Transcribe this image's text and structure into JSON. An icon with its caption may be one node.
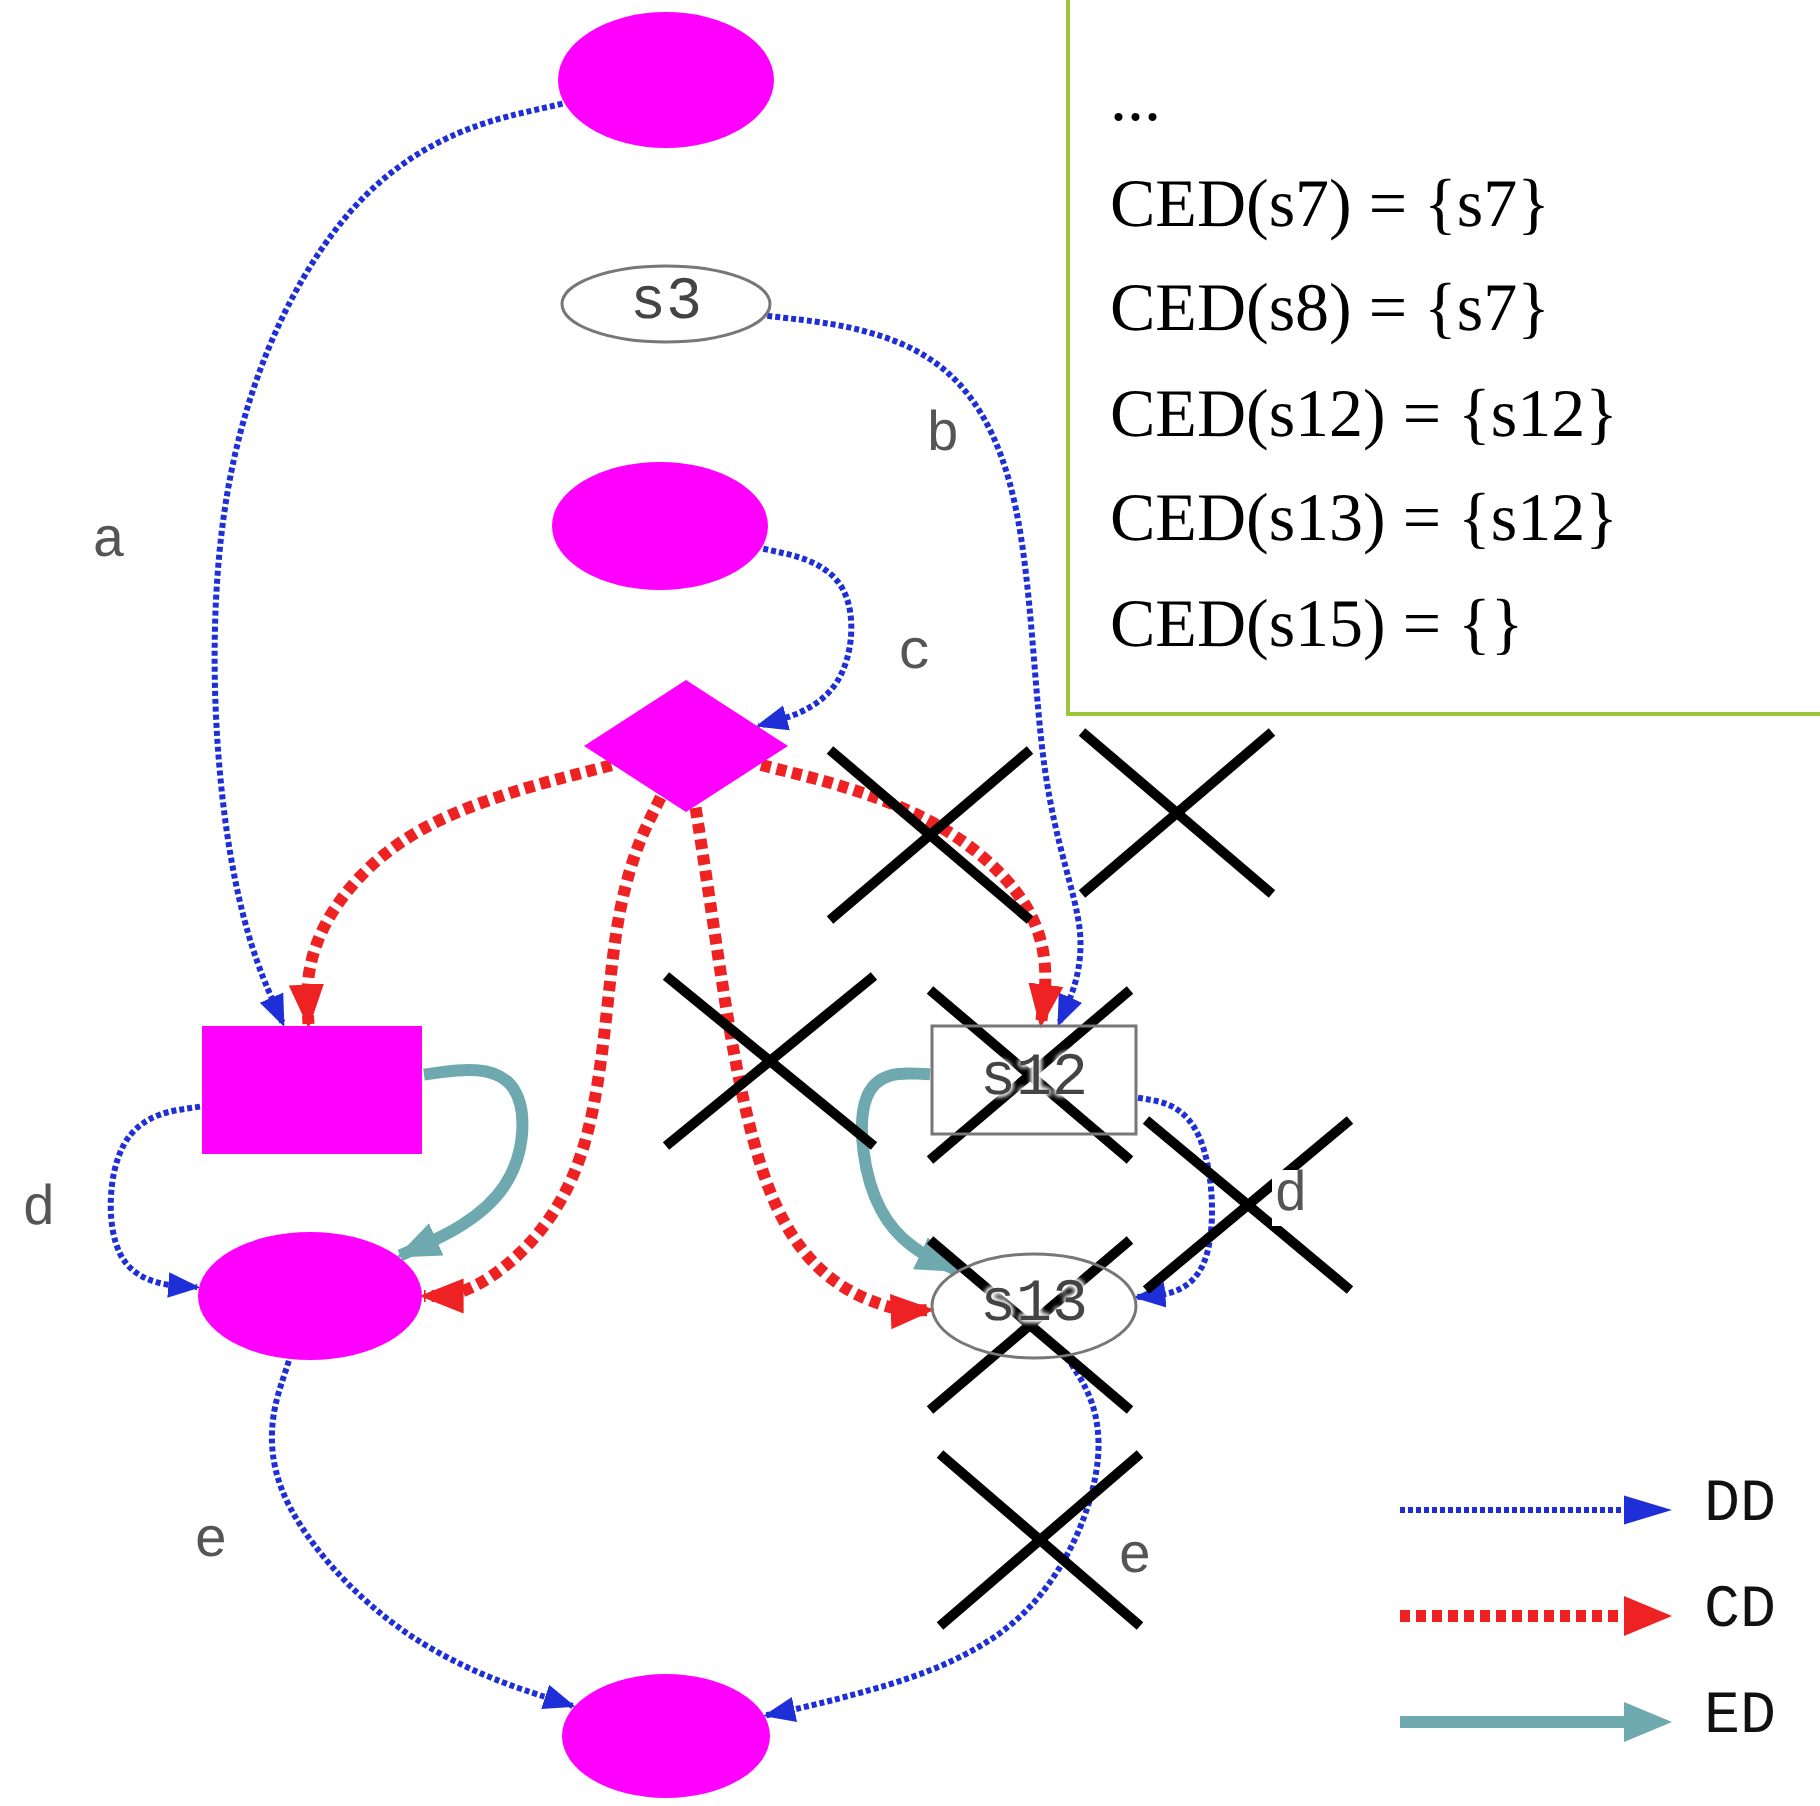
{
  "diagram": {
    "nodes": [
      {
        "text": [],
        "shape": "ellipse"
      },
      {
        "text": [
          "s3"
        ]
      },
      {
        "text": [],
        "shape": "ellipse"
      },
      {
        "text": [],
        "shape": "diamond"
      },
      {
        "text": [],
        "shape": "box"
      },
      {
        "text": [
          "s12"
        ]
      },
      {
        "text": [],
        "shape": "ellipse"
      },
      {
        "text": [
          "s13"
        ]
      },
      {
        "text": [],
        "shape": "ellipse"
      },
      {
        "text": [
          "...",
          "CED(s7) = {s7}",
          "CED(s8) = {s7}",
          "CED(s12) = {s12}",
          "CED(s13) = {s12}",
          "CED(s15) = {}"
        ]
      }
    ],
    "edges": [
      {
        "from": 0,
        "to": 4,
        "arrow": "to",
        "label": "a",
        "style": "dashed"
      },
      {
        "from": 1,
        "to": 5,
        "arrow": "to",
        "label": "b",
        "style": "dashed"
      },
      {
        "from": 2,
        "to": 3,
        "arrow": "to",
        "label": "c",
        "style": "dashed"
      },
      {
        "from": 3,
        "to": 4,
        "arrow": "to",
        "style": "dashed",
        "color": "#ee2222"
      },
      {
        "from": 3,
        "to": 6,
        "arrow": "to",
        "style": "dashed",
        "color": "#ee2222"
      },
      {
        "from": 3,
        "to": 7,
        "arrow": "to",
        "style": "dashed",
        "color": "#ee2222"
      },
      {
        "from": 3,
        "to": 5,
        "arrow": "to",
        "style": "dashed",
        "color": "#ee2222"
      },
      {
        "from": 4,
        "to": 6,
        "arrow": "to",
        "style": "thick",
        "color": "#6fa9b0"
      },
      {
        "from": 4,
        "to": 6,
        "arrow": "to",
        "label": "d",
        "style": "dashed"
      },
      {
        "from": 5,
        "to": 7,
        "arrow": "to",
        "style": "thick",
        "color": "#6fa9b0"
      },
      {
        "from": 5,
        "to": 7,
        "arrow": "to",
        "label": "d",
        "style": "dashed"
      },
      {
        "from": 6,
        "to": 8,
        "arrow": "to",
        "label": "e",
        "style": "dashed"
      },
      {
        "from": 7,
        "to": 8,
        "arrow": "to",
        "label": "e",
        "style": "dashed"
      }
    ],
    "legend": [
      {
        "text": "DD"
      },
      {
        "text": "CD"
      },
      {
        "text": "ED"
      }
    ]
  }
}
